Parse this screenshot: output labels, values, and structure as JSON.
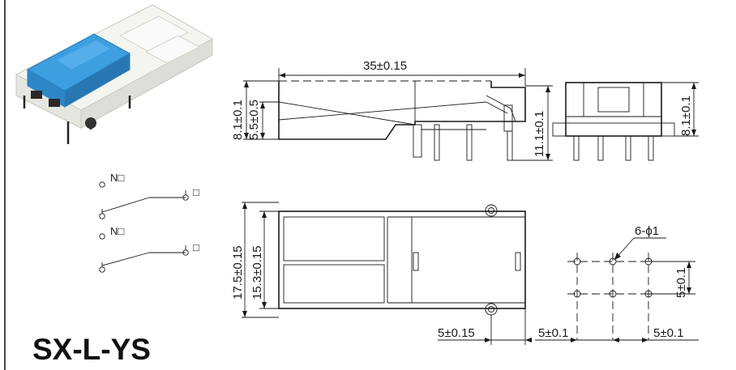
{
  "model_name": "SX-L-YS",
  "schematic": {
    "no_label_top": "N□",
    "no_label_bottom": "N□",
    "terminal_label_top": "□",
    "terminal_label_bottom": "□"
  },
  "side_view": {
    "length": "35±0.15",
    "height_total": "8.1±0.1",
    "height_body": "5.5±0.5",
    "height_pins": "11.1±0.1"
  },
  "end_view": {
    "height": "8.1±0.1"
  },
  "top_view": {
    "width_outer": "17.5±0.15",
    "width_inner": "15.3±0.15",
    "offset": "5±0.15"
  },
  "hole_pattern": {
    "holes": "6-ϕ1",
    "pitch_x_left": "5±0.1",
    "pitch_x_right": "5±0.1",
    "pitch_y": "5±0.1"
  },
  "colors": {
    "actuator": "#3d9ee0",
    "housing": "#f2f2ee",
    "line": "#1a1a1a"
  }
}
